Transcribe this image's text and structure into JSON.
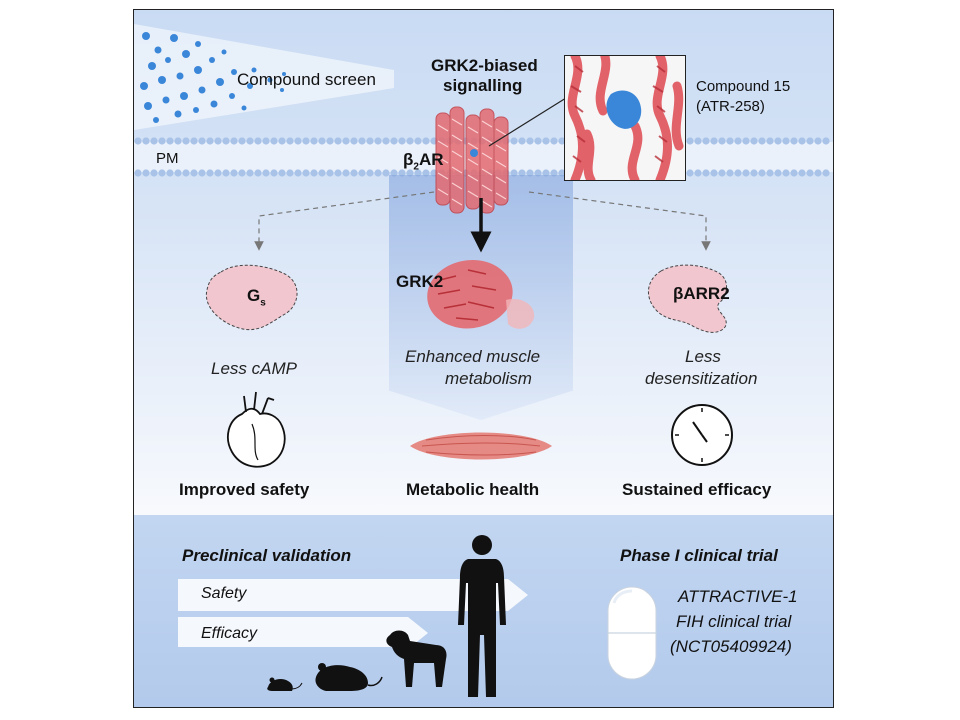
{
  "top": {
    "compound_screen": "Compound screen",
    "title_line1": "GRK2-biased",
    "title_line2": "signalling",
    "compound_line1": "Compound 15",
    "compound_line2": "(ATR-258)",
    "pm": "PM",
    "receptor_prefix": "β",
    "receptor_sub": "2",
    "receptor_suffix": "AR"
  },
  "effectors": {
    "gs_main": "G",
    "gs_sub": "s",
    "grk2": "GRK2",
    "barr2": "βARR2"
  },
  "outcomes": {
    "less_camp": "Less cAMP",
    "enhanced_line1": "Enhanced muscle",
    "enhanced_line2": "metabolism",
    "less_line1": "Less",
    "less_line2": "desensitization",
    "improved_safety": "Improved safety",
    "metabolic_health": "Metabolic health",
    "sustained_efficacy": "Sustained efficacy"
  },
  "bottom": {
    "preclinical": "Preclinical validation",
    "phase1": "Phase I clinical trial",
    "safety": "Safety",
    "efficacy": "Efficacy",
    "trial_line1": "ATTRACTIVE-1",
    "trial_line2": "FIH clinical trial",
    "trial_line3": "(NCT05409924)"
  },
  "colors": {
    "protein": "#e0525a",
    "ligand": "#3a86d8",
    "membrane": "#a9c3e8",
    "panel_top": "#c9dbf3",
    "panel_bottom": "#b3caec"
  }
}
